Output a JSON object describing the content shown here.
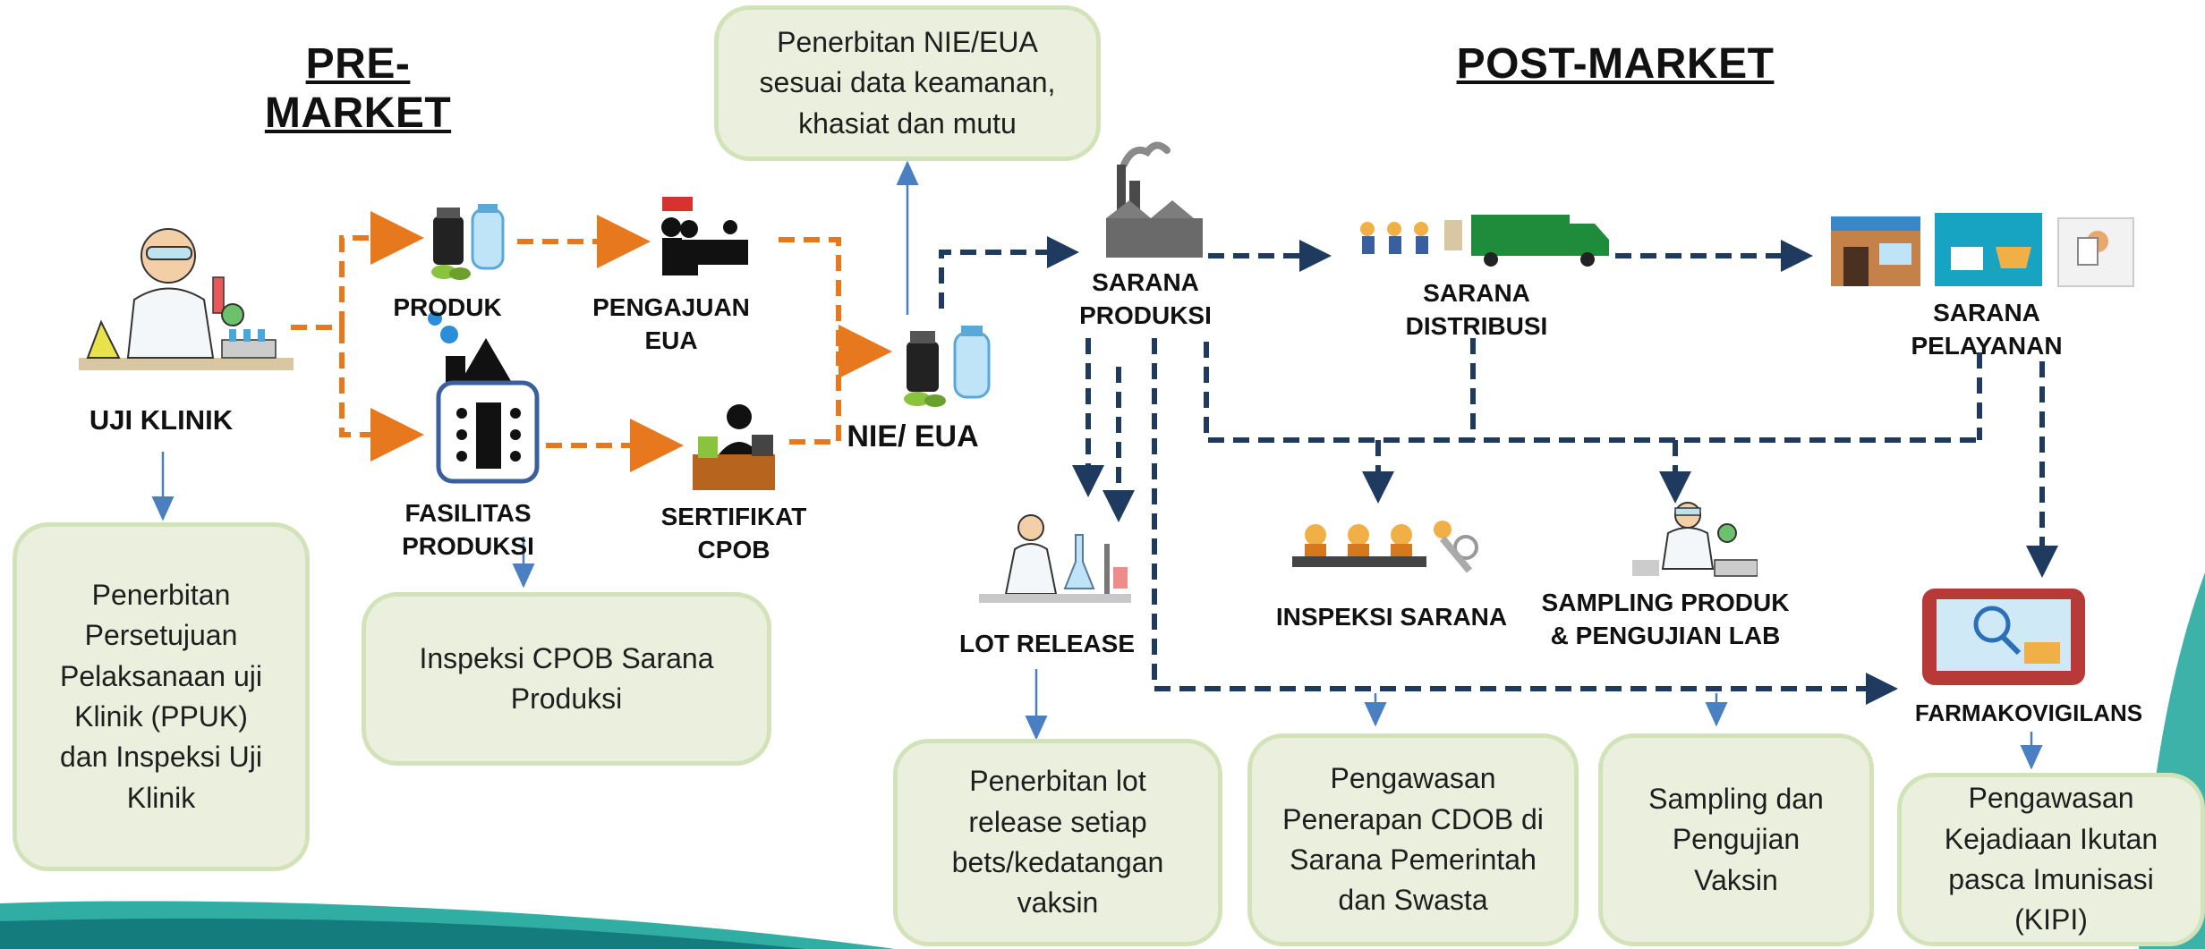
{
  "headings": {
    "pre_market": "PRE-MARKET",
    "post_market": "POST-MARKET"
  },
  "nodes": {
    "uji_klinik": "UJI KLINIK",
    "produk": "PRODUK",
    "pengajuan_eua": "PENGAJUAN EUA",
    "fasilitas_produksi": "FASILITAS PRODUKSI",
    "sertifikat_cpob": "SERTIFIKAT\nCPOB",
    "nie_eua": "NIE/ EUA",
    "sarana_produksi": "SARANA\nPRODUKSI",
    "sarana_distribusi": "SARANA\nDISTRIBUSI",
    "sarana_pelayanan": "SARANA\nPELAYANAN",
    "lot_release": "LOT RELEASE",
    "inspeksi_sarana": "INSPEKSI SARANA",
    "sampling_produk": "SAMPLING PRODUK\n& PENGUJIAN LAB",
    "farmakovigilans": "FARMAKOVIGILANS"
  },
  "boxes": {
    "nie_eua_box": "Penerbitan NIE/EUA\nsesuai data keamanan,\nkhasiat dan mutu",
    "ppuk_box": "Penerbitan\nPersetujuan\nPelaksanaan  uji\nKlinik (PPUK)\ndan Inspeksi Uji\nKlinik",
    "cpob_box": "Inspeksi CPOB Sarana\nProduksi",
    "lot_box": "Penerbitan lot\nrelease setiap\nbets/kedatangan\nvaksin",
    "cdob_box": "Pengawasan\nPenerapan CDOB di\nSarana Pemerintah\ndan Swasta",
    "sampling_box": "Sampling dan\nPengujian\nVaksin",
    "kipi_box": "Pengawasan\nKejadiaan Ikutan\npasca Imunisasi\n(KIPI)"
  },
  "icons": {
    "uji_klinik": "scientist-icon",
    "produk": "vaccine-vials-icon",
    "pengajuan_eua": "registration-desk-icon",
    "fasilitas_produksi": "factory-meeting-icon",
    "sertifikat_cpob": "officer-desk-icon",
    "nie_eua": "vaccine-vials-icon",
    "sarana_produksi": "factory-icon",
    "sarana_distribusi": "delivery-truck-icon",
    "sarana_pelayanan": "store-icon",
    "lot_release": "lab-icon",
    "inspeksi_sarana": "inspection-icon",
    "sampling_produk": "lab-sampling-icon",
    "farmakovigilans": "monitor-icon"
  },
  "colors": {
    "pre_market_arrow": "#e8781e",
    "post_market_arrow": "#1f3a5f",
    "thin_arrow": "#4a7fc1",
    "box_fill": "#eaf0dd",
    "box_border": "#d3e3b9",
    "accent_teal": "#1aa59a"
  }
}
